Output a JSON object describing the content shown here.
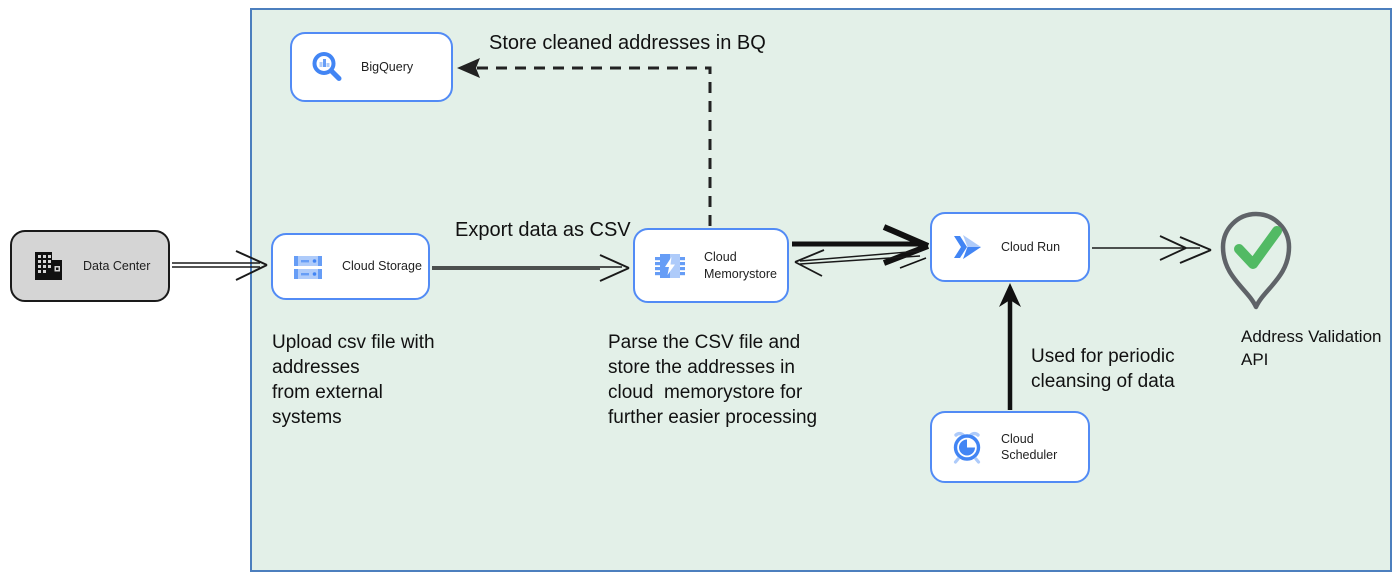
{
  "diagram": {
    "type": "architecture-flow",
    "boundary_fill": "#e3f0e8",
    "boundary_border": "#4c7fbe"
  },
  "nodes": {
    "data_center": {
      "label": "Data Center"
    },
    "bigquery": {
      "label": "BigQuery"
    },
    "cloud_storage": {
      "label": "Cloud Storage"
    },
    "cloud_memorystore": {
      "label": "Cloud\nMemorystore"
    },
    "cloud_run": {
      "label": "Cloud Run"
    },
    "cloud_scheduler": {
      "label": "Cloud Scheduler"
    },
    "address_validation_api": {
      "label": "Address Validation\nAPI"
    }
  },
  "annotations": {
    "store_bq": "Store cleaned addresses in BQ",
    "export_csv": "Export data as CSV",
    "upload_note": "Upload csv file with\naddresses\nfrom external\nsystems",
    "parse_note": "Parse the CSV file and\nstore the addresses in\ncloud  memorystore for\nfurther easier processing",
    "periodic_note": "Used for periodic\ncleansing of data"
  },
  "icons": {
    "data_center": "building-icon",
    "bigquery": "magnifier-chart-icon",
    "cloud_storage": "storage-bars-icon",
    "cloud_memorystore": "memory-chip-bolt-icon",
    "cloud_run": "run-chevrons-icon",
    "cloud_scheduler": "alarm-clock-icon",
    "address_validation_api": "location-pin-check-icon"
  },
  "colors": {
    "node_border_blue": "#528bf5",
    "icon_blue": "#4285f4",
    "icon_blue_light": "#aecbfa",
    "icon_blue_mid": "#669df6",
    "check_green": "#52ba64",
    "pin_gray": "#5f6368",
    "arrow_black": "#1a1a1a",
    "data_center_fill": "#d5d5d5"
  }
}
